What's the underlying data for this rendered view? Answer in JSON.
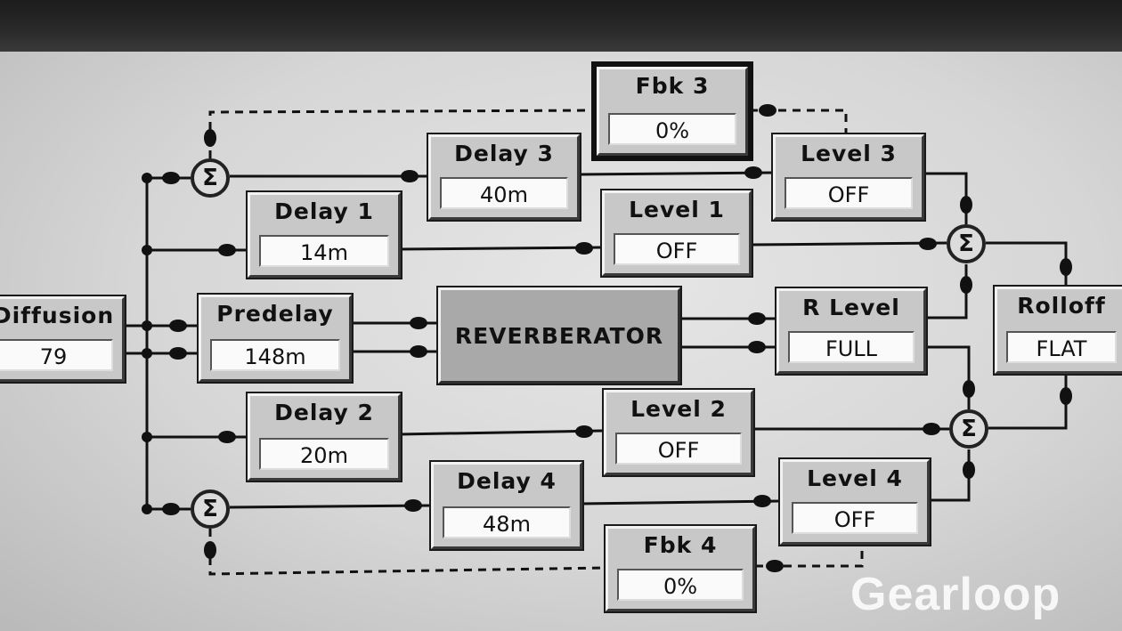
{
  "blocks": {
    "diffusion": {
      "title": "Diffusion",
      "value": "79"
    },
    "predelay": {
      "title": "Predelay",
      "value": "148m"
    },
    "delay1": {
      "title": "Delay 1",
      "value": "14m"
    },
    "delay2": {
      "title": "Delay 2",
      "value": "20m"
    },
    "delay3": {
      "title": "Delay 3",
      "value": "40m"
    },
    "delay4": {
      "title": "Delay 4",
      "value": "48m"
    },
    "fbk3": {
      "title": "Fbk 3",
      "value": "0%"
    },
    "fbk4": {
      "title": "Fbk 4",
      "value": "0%"
    },
    "level1": {
      "title": "Level 1",
      "value": "OFF"
    },
    "level2": {
      "title": "Level 2",
      "value": "OFF"
    },
    "level3": {
      "title": "Level 3",
      "value": "OFF"
    },
    "level4": {
      "title": "Level 4",
      "value": "OFF"
    },
    "rlevel": {
      "title": "R Level",
      "value": "FULL"
    },
    "rolloff": {
      "title": "Rolloff",
      "value": "FLAT"
    }
  },
  "reverberator": {
    "label": "REVERBERATOR"
  },
  "summer_symbol": "Σ",
  "watermark": "Gearloop"
}
